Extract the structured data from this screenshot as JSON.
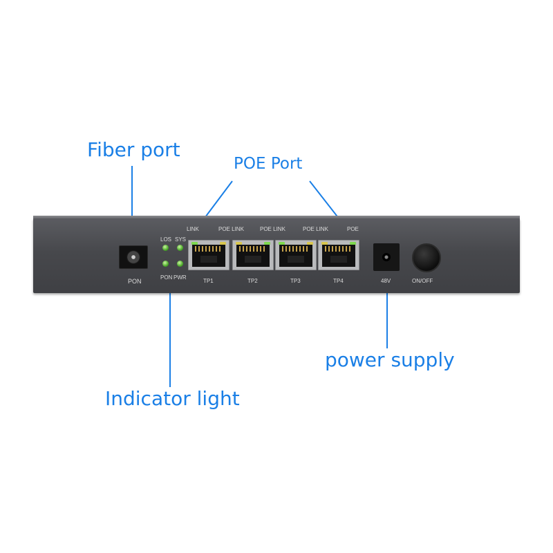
{
  "callouts": {
    "fiber_port": "Fiber port",
    "poe_port": "POE Port",
    "power_supply": "power supply",
    "indicator_light": "Indicator light"
  },
  "device": {
    "top_labels": [
      "LINK",
      "POE LINK",
      "POE LINK",
      "POE LINK",
      "POE"
    ],
    "leds_top": [
      "LOS",
      "SYS"
    ],
    "leds_bottom": [
      "PON",
      "PWR"
    ],
    "pon_label": "PON",
    "ports": [
      "TP1",
      "TP2",
      "TP3",
      "TP4"
    ],
    "power_label": "48V",
    "switch_label": "ON/OFF"
  },
  "colors": {
    "callout": "#1a7fe6",
    "chassis": "#4a4b4f"
  }
}
